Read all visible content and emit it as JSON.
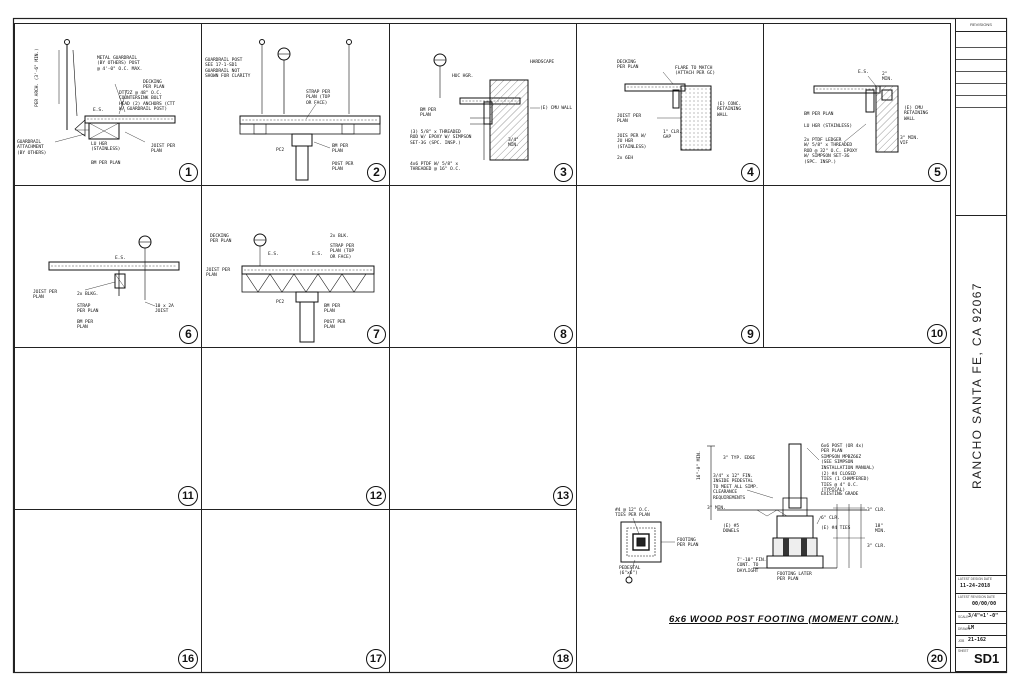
{
  "title_block": {
    "revisions_label": "REVISIONS",
    "location": "RANCHO SANTA FE, CA 92067",
    "issue_date_label": "LATEST DESIGN DATE",
    "issue_date": "11-24-2018",
    "latest_revision_label": "LATEST REVISION DATE",
    "latest_revision": "00/00/00",
    "scale_label": "SCALE",
    "scale": "3/4\"=1'-0\"",
    "drawn_label": "DRAWN",
    "drawn": "LM",
    "job_label": "JOB",
    "job": "21-162",
    "sheet_label": "SHEET",
    "sheet": "SD1"
  },
  "details": [
    {
      "num": "1",
      "notes": [
        "METAL GUARDRAIL\n(BY OTHERS) POST\n@ 4'-0\" O.C. MAX.",
        "DECKING\nPER PLAN",
        "DTT2Z @ 48\" O.C.\nCOUNTERSINK BOLT\nHEAD (2) ANCHORS (CTT\nW/ GUARDRAIL POST)",
        "GUARDRAIL\nATTACHMENT\n(BY OTHERS)",
        "LU HGR\n(STAINLESS)",
        "JOIST PER\nPLAN",
        "BM PER PLAN",
        "PER ARCH. (3'-6\" MIN.)",
        "E.S."
      ]
    },
    {
      "num": "2",
      "notes": [
        "GUARDRAIL POST\nSEE 17-1-SD1\nGUARDRAIL NOT\nSHOWN FOR CLARITY",
        "STRAP PER\nPLAN (TOP\nOR FACE)",
        "BM PER\nPLAN",
        "POST PER\nPLAN",
        "PC2"
      ]
    },
    {
      "num": "3",
      "notes": [
        "HARDSCAPE",
        "HUC HGR.",
        "BM PER\nPLAN",
        "(E) CMU WALL",
        "(3) 5/8\" x THREADED\nROD W/ EPOXY W/ SIMPSON\nSET-3G (SPC. INSP.)",
        "4x6 PTDF W/ 5/8\" x\nTHREADED @ 16\" O.C.",
        "3/4\"\nMIN."
      ]
    },
    {
      "num": "4",
      "notes": [
        "DECKING\nPER PLAN",
        "FLARE TO MATCH\n(ATTACH PER GC)",
        "JOIST PER\nPLAN",
        "(E) CONC.\nRETAINING\nWALL",
        "JOIS PER W/\nJU HGR\n(STAINLESS)",
        "2x 6EH",
        "1\" CLR.\nGAP"
      ]
    },
    {
      "num": "5",
      "notes": [
        "E.S.",
        "BM PER PLAN",
        "LU HGR (STAINLESS)",
        "(E) CMU\nRETAINING\nWALL",
        "2x PTDF LEDGER\nW/ 5/8\" x THREADED\nROD @ 32\" O.C. EPOXY\nW/ SIMPSON SET-3G\n(SPC. INSP.)",
        "3\" MIN.\nVIF",
        "2\"\nMIN."
      ]
    },
    {
      "num": "6",
      "notes": [
        "E.S.",
        "JOIST PER\nPLAN",
        "2x BLKG.",
        "STRAP\nPER PLAN",
        "BM PER\nPLAN",
        "10 x 2A\nJOIST"
      ]
    },
    {
      "num": "7",
      "notes": [
        "DECKING\nPER PLAN",
        "2x BLK.",
        "STRAP PER\nPLAN (TOP\nOR FACE)",
        "JOIST PER\nPLAN",
        "E.S.",
        "E.S.",
        "PC2",
        "BM PER\nPLAN",
        "POST PER\nPLAN"
      ]
    },
    {
      "num": "8",
      "notes": []
    },
    {
      "num": "9",
      "notes": []
    },
    {
      "num": "10",
      "notes": []
    },
    {
      "num": "11",
      "notes": []
    },
    {
      "num": "12",
      "notes": []
    },
    {
      "num": "13",
      "notes": []
    },
    {
      "num": "16",
      "notes": []
    },
    {
      "num": "17",
      "notes": []
    },
    {
      "num": "18",
      "notes": []
    },
    {
      "num": "20",
      "title": "6x6 WOOD POST FOOTING (MOMENT CONN.)",
      "notes": [
        "6x6 POST (OR 4x)\nPER PLAN\nSIMPSON MPBZ66Z\n(SEE SIMPSON\nINSTALLATION MANUAL)",
        "3\" TYP. EDGE",
        "3/4\" x 12\" FIN.\nINSIDE PEDESTAL\nTO MEET ALL SIMP.\nCLEARANCE\nREQUIREMENTS",
        "(2) #4 CLOSED\nTIES (1 CHAMFERED)\nTIES @ 4\" O.C.\n(TYPICAL)",
        "EXISTING GRADE",
        "3\" MIN.",
        "(E) #5\nDOWELS",
        "6\" CLR.",
        "(E) #4 TIES",
        "3\" CLR.",
        "3\" CLR.",
        "7'-10\" FIN.\nCONT. TO\nDAYLIGHT",
        "FOOTING LATER\nPER PLAN",
        "#4 @ 12\" O.C.\nTIES PER PLAN",
        "FOOTING\nPER PLAN",
        "PEDESTAL\n(6\"x6\")",
        "16\"-0\" MIN.",
        "18\"\nMIN."
      ]
    }
  ]
}
